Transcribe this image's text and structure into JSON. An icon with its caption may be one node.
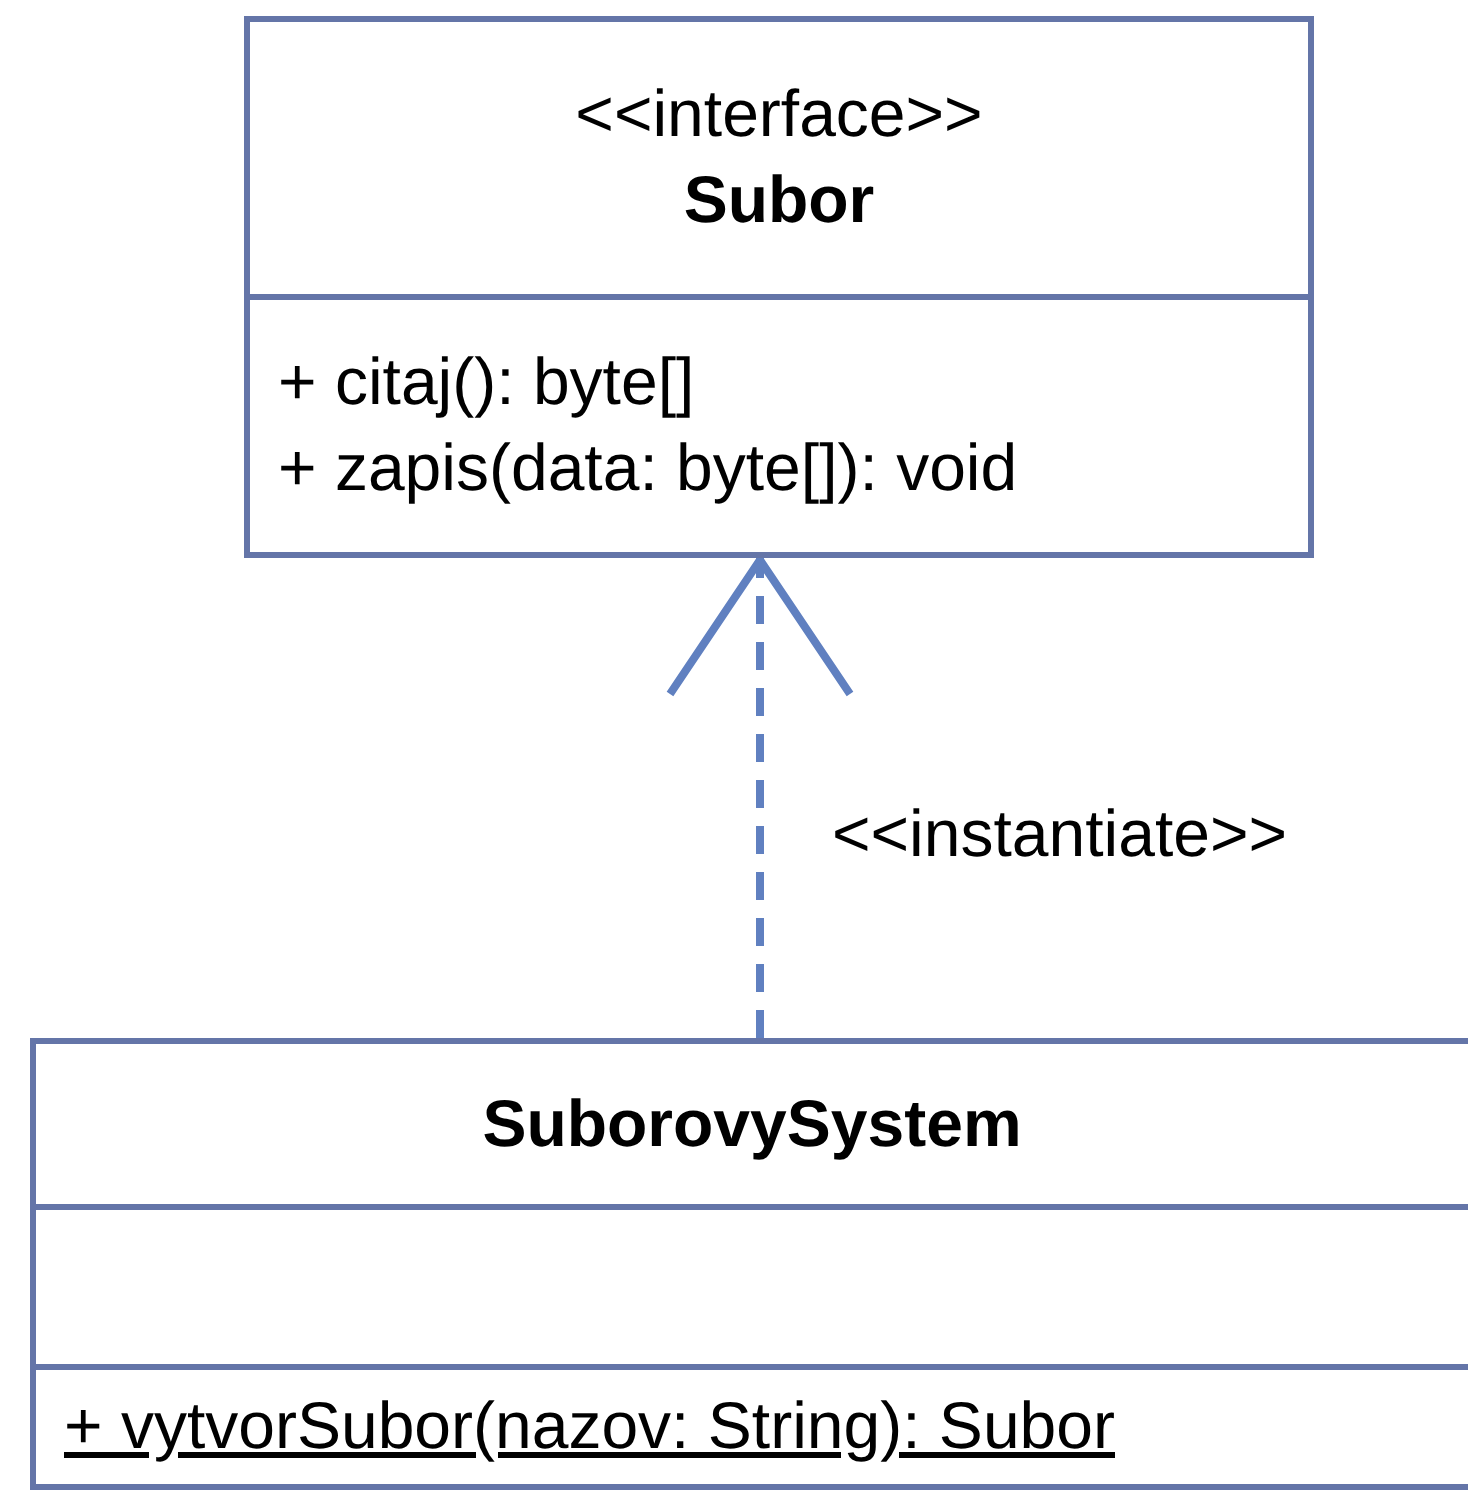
{
  "diagram": {
    "nodes": [
      {
        "text": [
          "<<interface>>",
          "Subor",
          "+ citaj(): byte[]",
          "+ zapis(data: byte[]): void"
        ]
      },
      {
        "text": [
          "SuborovySystem",
          "+ vytvorSubor(nazov: String): Subor"
        ]
      }
    ],
    "edges": [
      {
        "from": 1,
        "to": 0,
        "arrow": "to",
        "style": "dashed",
        "label": "<<instantiate>>"
      }
    ]
  }
}
